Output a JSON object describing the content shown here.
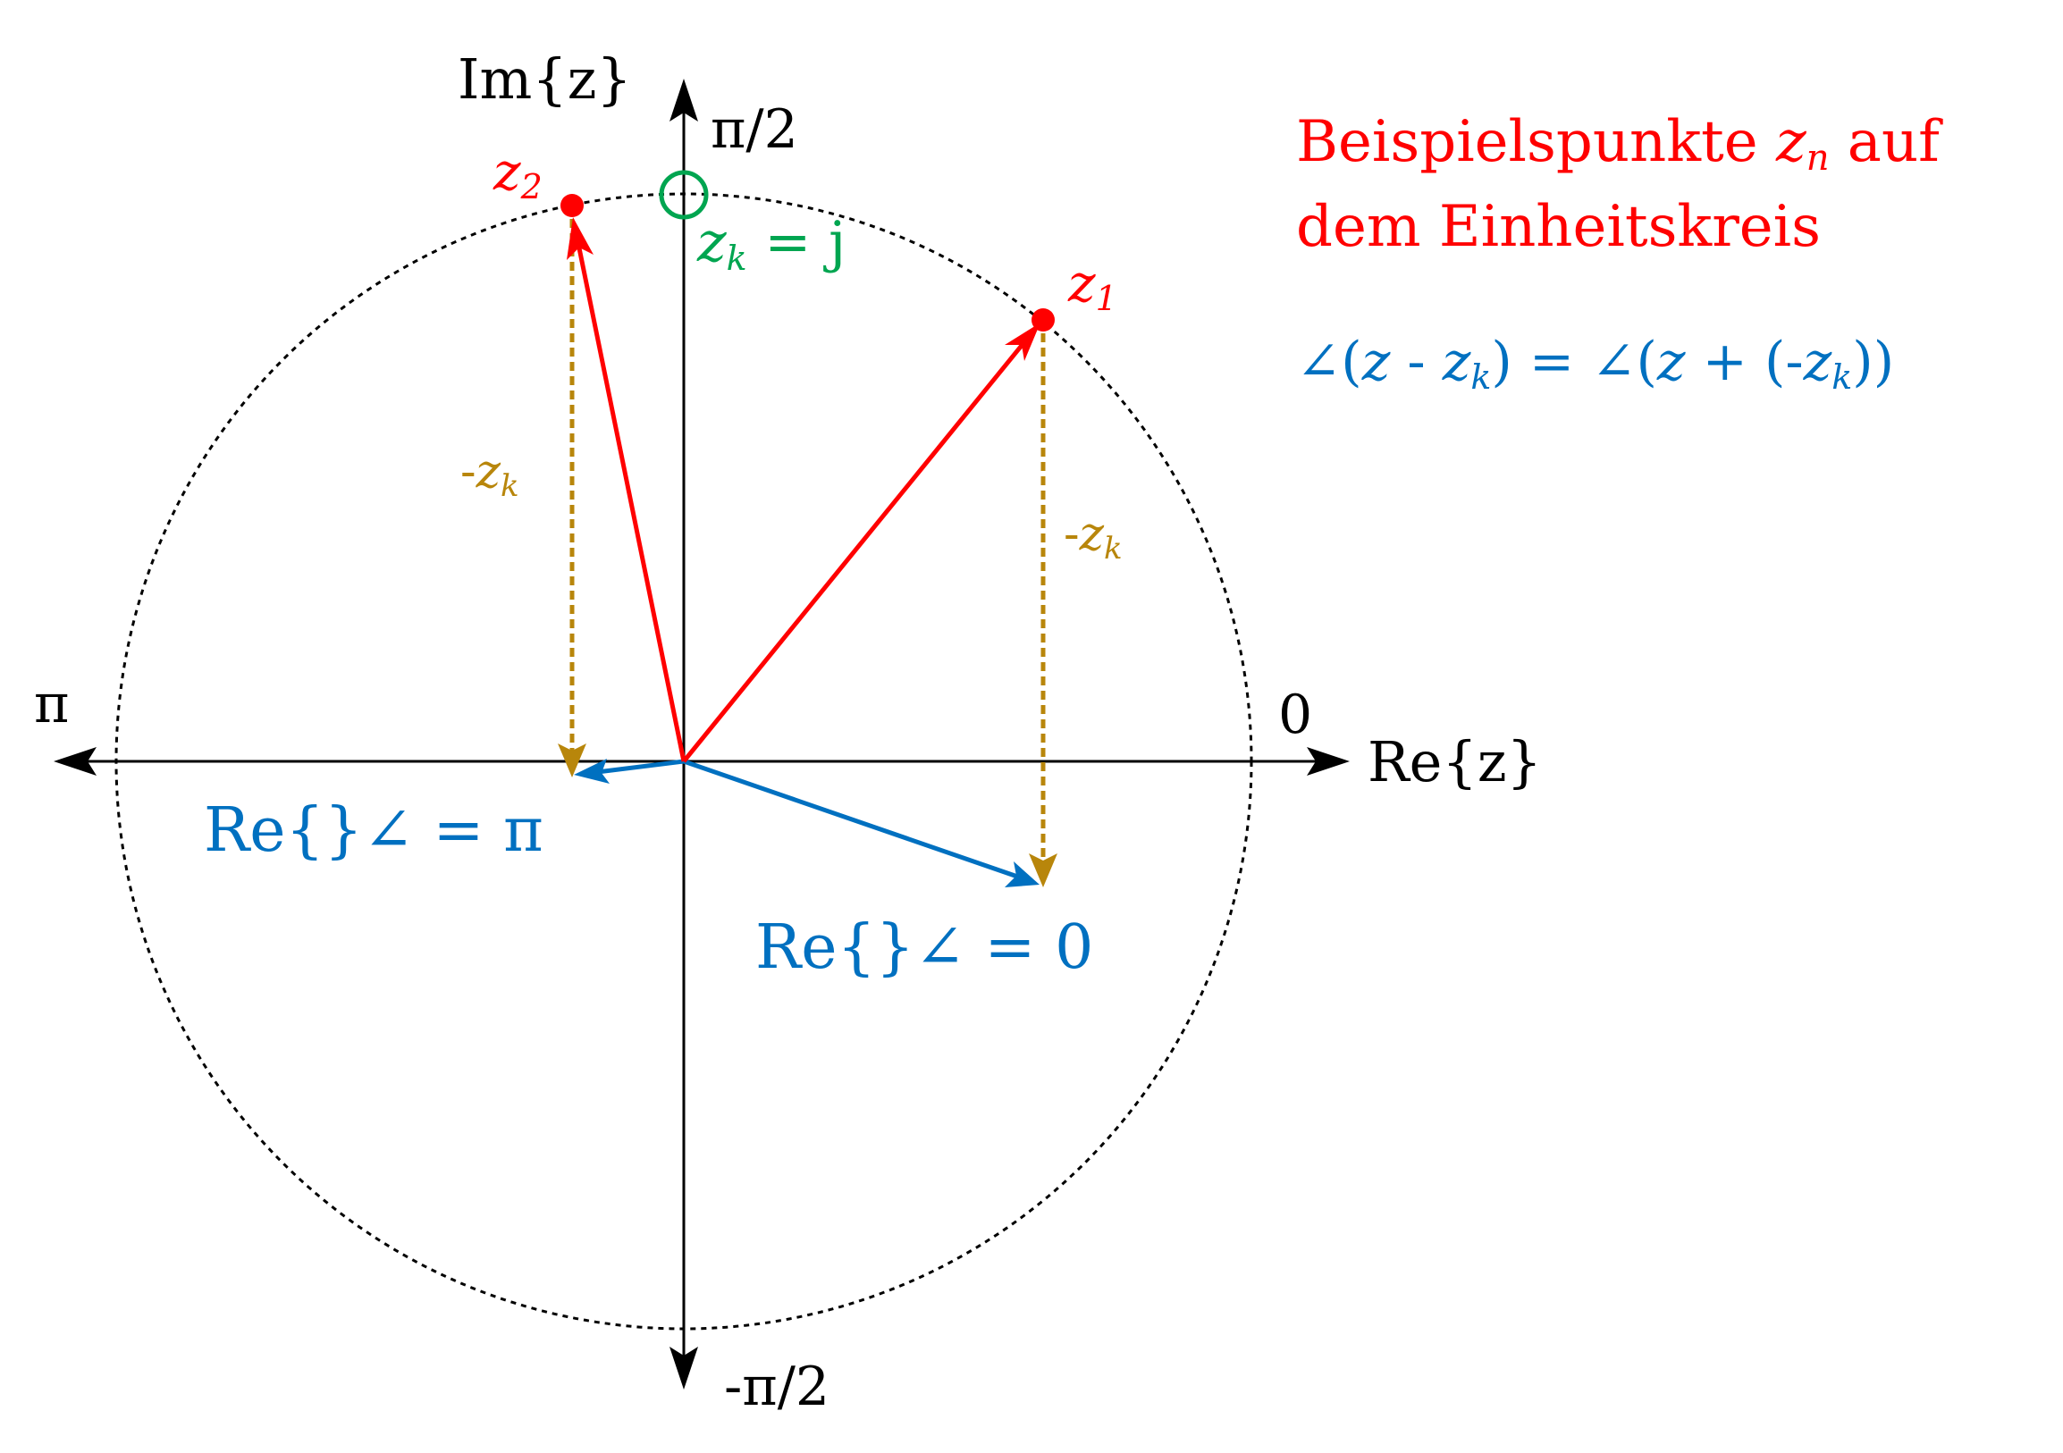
{
  "axes": {
    "real_label": "Re{z}",
    "imag_label": "Im{z}",
    "angle_right": "0",
    "angle_top": "π/2",
    "angle_left": "π",
    "angle_bottom": "-π/2"
  },
  "points": {
    "z1": {
      "base": "z",
      "sub": "1"
    },
    "z2": {
      "base": "z",
      "sub": "2"
    },
    "zk": {
      "base": "z",
      "sub": "k",
      "rest": " = j"
    }
  },
  "shift_labels": [
    {
      "minus": "-",
      "base": "z",
      "sub": "k"
    },
    {
      "minus": "-",
      "base": "z",
      "sub": "k"
    }
  ],
  "result_labels": {
    "pi": {
      "re": "Re{}",
      "rest": "∠ = π"
    },
    "zero": {
      "re": "Re{}",
      "rest": "∠ = 0"
    }
  },
  "legend": {
    "line1_a": "Beispielspunkte ",
    "line1_var": "z",
    "line1_sub": "n",
    "line1_b": " auf",
    "line2": "dem Einheitskreis",
    "formula_p1": "∠(",
    "formula_z1": "z",
    "formula_p2": " - ",
    "formula_z2": "z",
    "formula_sub1": "k",
    "formula_p3": ") = ∠(",
    "formula_z3": "z",
    "formula_p4": " + (-",
    "formula_z4": "z",
    "formula_sub2": "k",
    "formula_p5": "))"
  },
  "colors": {
    "axis": "#000000",
    "circle": "#000000",
    "point": "#ff0000",
    "vector": "#ff0000",
    "shift": "#b8860b",
    "result": "#0070c0",
    "zk": "#00a550"
  }
}
